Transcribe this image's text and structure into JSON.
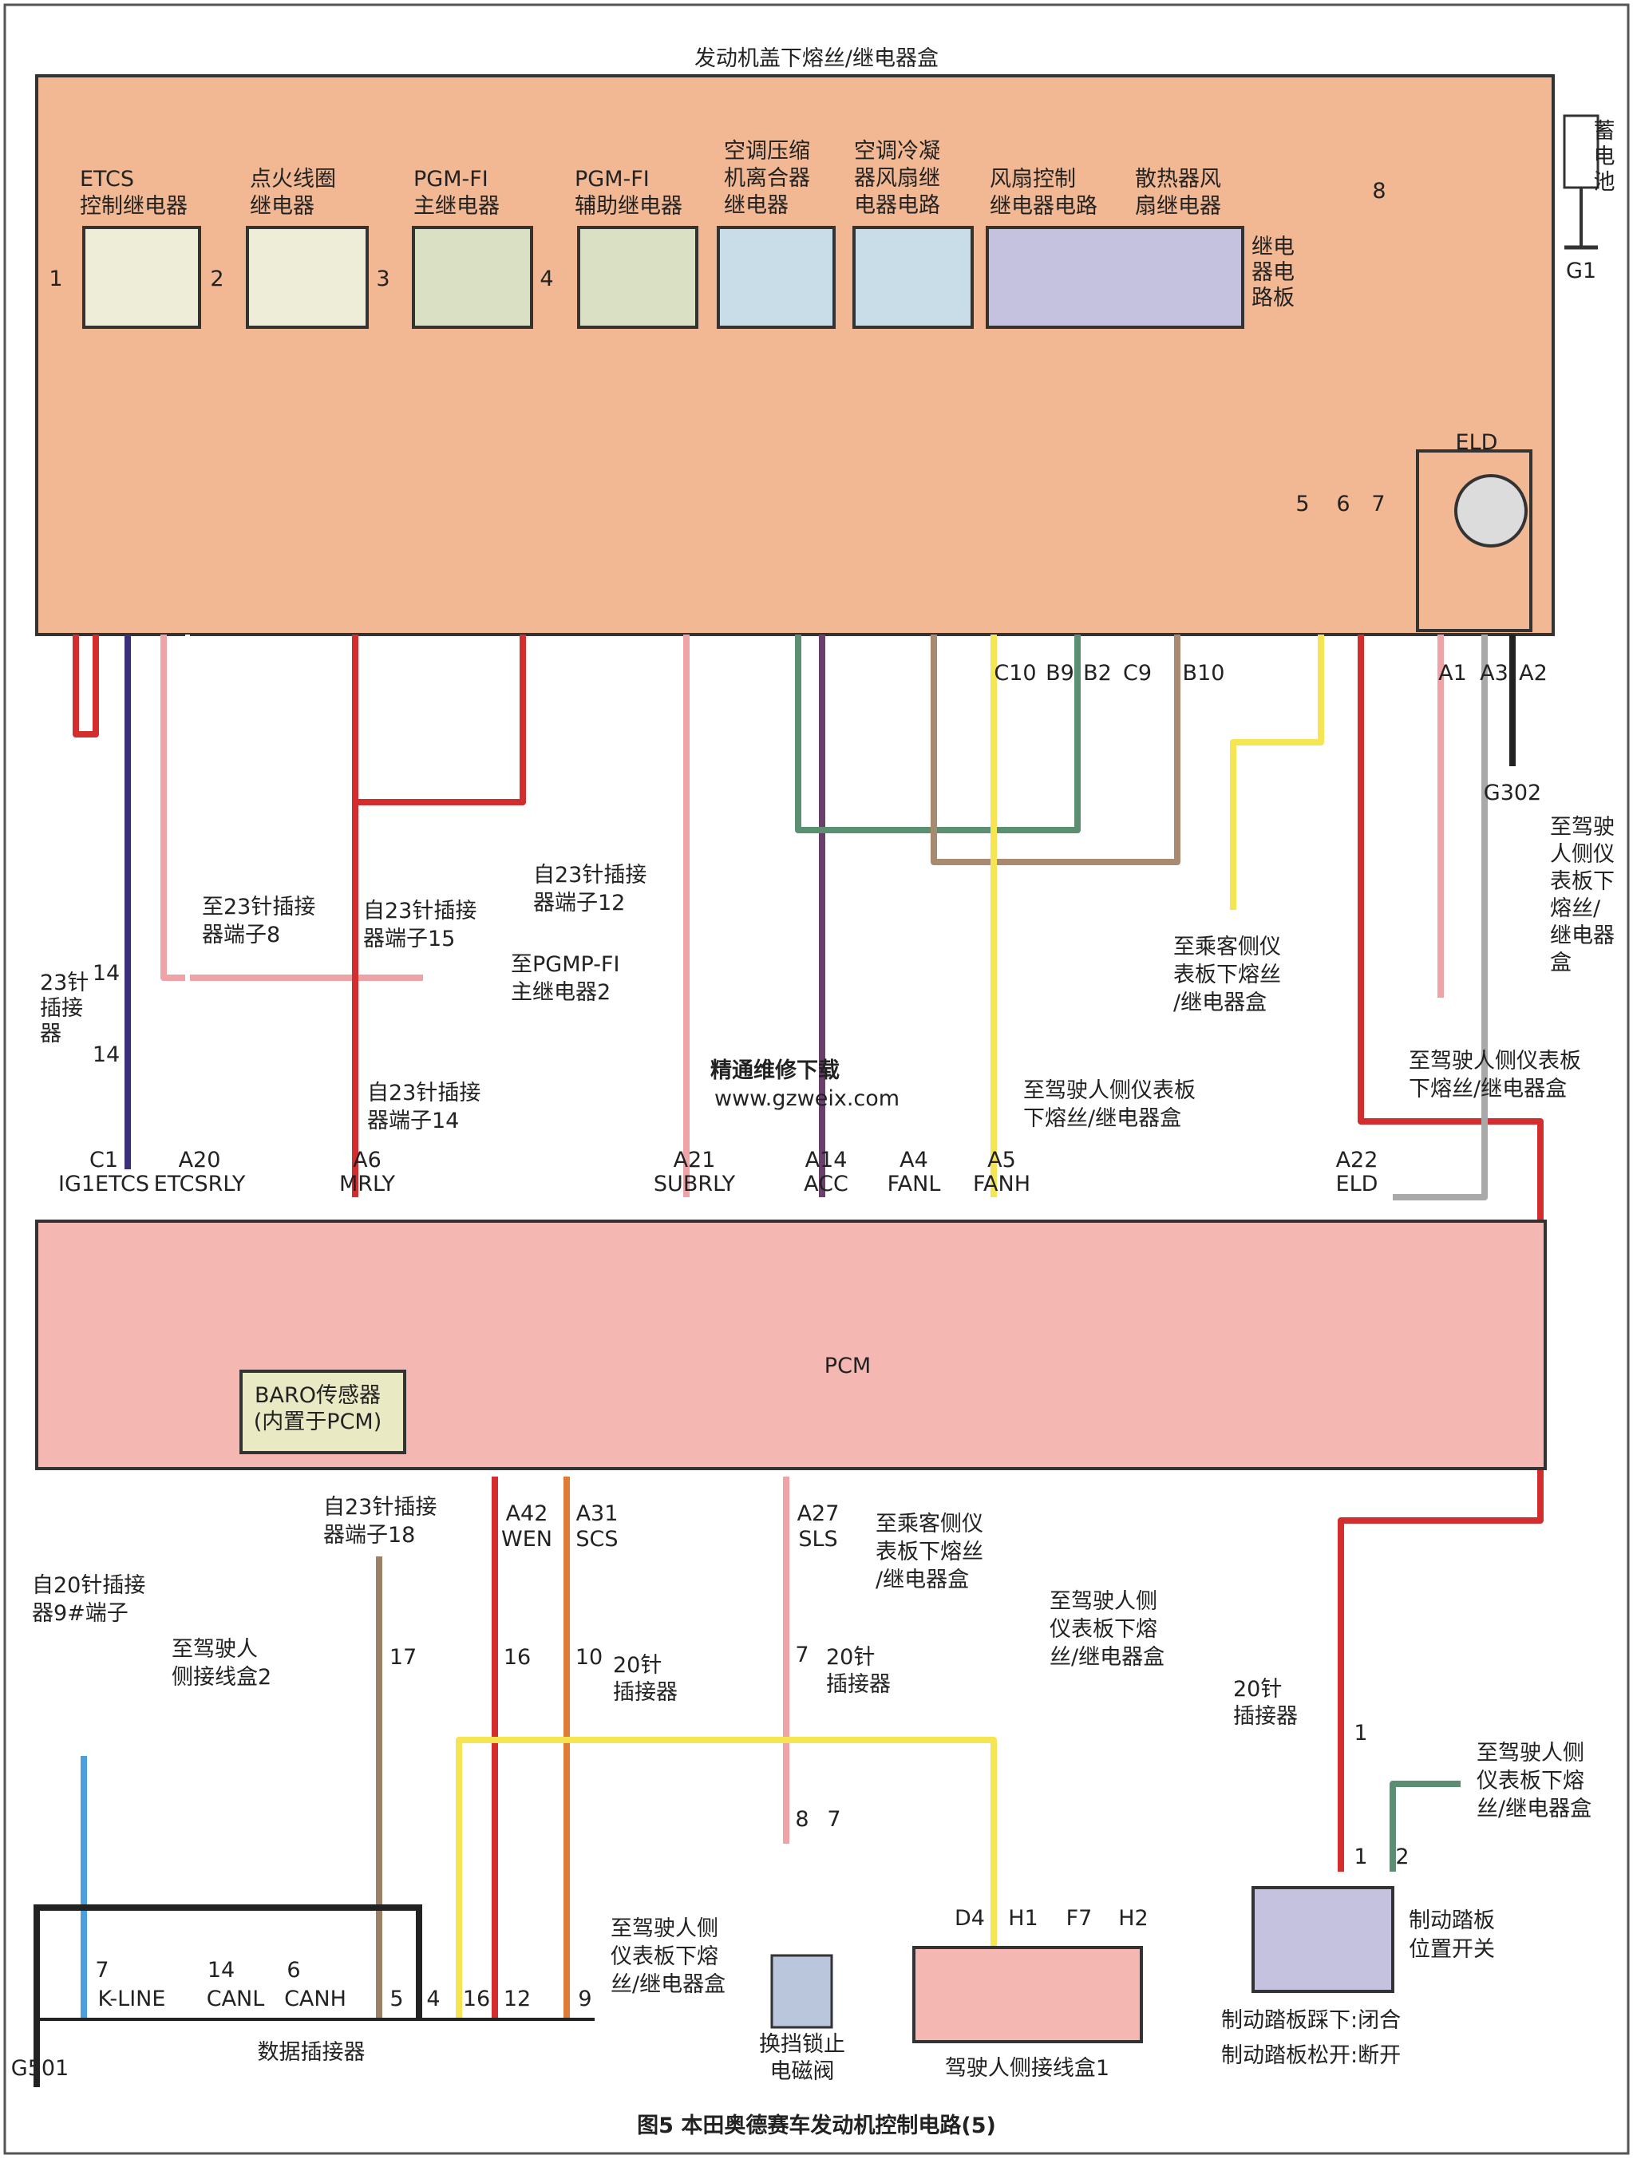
{
  "box_title": "发动机盖下熔丝/继电器盒",
  "battery": "蓄电池",
  "ground_g1": "G1",
  "ground_g302": "G302",
  "ground_g501": "G501",
  "relays": {
    "etcs": [
      "ETCS",
      "控制继电器"
    ],
    "ig_coil": [
      "点火线圈",
      "继电器"
    ],
    "pgmfi_main": [
      "PGM-FI",
      "主继电器"
    ],
    "pgmfi_aux": [
      "PGM-FI",
      "辅助继电器"
    ],
    "ac_clutch": [
      "空调压缩",
      "机离合器",
      "继电器"
    ],
    "cond_fan": [
      "空调冷凝",
      "器风扇继",
      "电器电路"
    ],
    "fan_ctrl": [
      "风扇控制",
      "继电器电路"
    ],
    "rad_fan": [
      "散热器风",
      "扇继电器"
    ],
    "board": [
      "继电",
      "器电",
      "路板"
    ]
  },
  "fuse_numbers": [
    "1",
    "2",
    "3",
    "4",
    "5",
    "6",
    "7",
    "8"
  ],
  "eld": "ELD",
  "box_pins": [
    "C10",
    "B9",
    "B2",
    "C9",
    "B10",
    "A1",
    "A3",
    "A2"
  ],
  "notes": {
    "to23_8": [
      "至23针插接",
      "器端子8"
    ],
    "from23_15": [
      "自23针插接",
      "器端子15"
    ],
    "from23_12": [
      "自23针插接",
      "器端子12"
    ],
    "to_pgmfi2": [
      "至PGMP-FI",
      "主继电器2"
    ],
    "from23_14": [
      "自23针插接",
      "器端子14"
    ],
    "to_pass_box": [
      "至乘客侧仪",
      "表板下熔丝",
      "/继电器盒"
    ],
    "to_drv_box": [
      "至驾驶人侧仪表板",
      "下熔丝/继电器盒"
    ],
    "to_drv_box_r": [
      "至驾驶人侧仪表板",
      "下熔丝/继电器盒"
    ],
    "to_drv_box_top": [
      "至驾驶",
      "人侧仪",
      "表板下",
      "熔丝/",
      "继电器",
      "盒"
    ],
    "from23_18": [
      "自23针插接",
      "器端子18"
    ],
    "from20_9": [
      "自20针插接",
      "器9#端子"
    ],
    "to_drv_side2": [
      "至驾驶人",
      "侧接线盒2"
    ],
    "to_pass_box2": [
      "至乘客侧仪",
      "表板下熔丝",
      "/继电器盒"
    ],
    "to_drv_box3": [
      "至驾驶人侧",
      "仪表板下熔",
      "丝/继电器盒"
    ],
    "to_drv_box4": [
      "至驾驶人侧",
      "仪表板下熔",
      "丝/继电器盒"
    ],
    "to_drv_box5": [
      "至驾驶人侧",
      "仪表板下熔",
      "丝/继电器盒"
    ]
  },
  "c23": [
    "23针",
    "插接",
    "器"
  ],
  "c23_pins": [
    "14",
    "14"
  ],
  "pcm_pins_top": [
    {
      "code": "C1",
      "name": "IG1ETCS"
    },
    {
      "code": "A20",
      "name": "ETCSRLY"
    },
    {
      "code": "A6",
      "name": "MRLY"
    },
    {
      "code": "A21",
      "name": "SUBRLY"
    },
    {
      "code": "A14",
      "name": "ACC"
    },
    {
      "code": "A4",
      "name": "FANL"
    },
    {
      "code": "A5",
      "name": "FANH"
    },
    {
      "code": "A22",
      "name": "ELD"
    }
  ],
  "pcm_label": "PCM",
  "baro": [
    "BARO传感器",
    "(内置于PCM)"
  ],
  "pcm_pins_bottom": [
    {
      "code": "A42",
      "name": "WEN"
    },
    {
      "code": "A31",
      "name": "SCS"
    },
    {
      "code": "A27",
      "name": "SLS"
    }
  ],
  "c20": [
    "20针",
    "插接器"
  ],
  "c20_pins_a": [
    "17",
    "16",
    "10"
  ],
  "c20_pin_b": "7",
  "c20_pin_c": "1",
  "dlc_pins": [
    "7",
    "14",
    "6",
    "5",
    "4",
    "16",
    "12",
    "9"
  ],
  "dlc_names": [
    "K-LINE",
    "CANL",
    "CANH"
  ],
  "dlc_label": "数据插接器",
  "solenoid_pins": [
    "8",
    "7"
  ],
  "solenoid_label": [
    "换挡锁止",
    "电磁阀"
  ],
  "jbox_pins": [
    "D4",
    "H1",
    "F7",
    "H2"
  ],
  "jbox_label": "驾驶人侧接线盒1",
  "brake_pins": [
    "1",
    "2"
  ],
  "brake_label": [
    "制动踏板",
    "位置开关"
  ],
  "brake_notes": [
    "制动踏板踩下:闭合",
    "制动踏板松开:断开"
  ],
  "watermark": [
    "精通维修下载",
    "www.gzweix.com"
  ],
  "caption": "图5 本田奥德赛车发动机控制电路(5)",
  "colors": {
    "box": "#f2b893",
    "pcm": "#f5b7b1",
    "red": "#d42d2d",
    "yellow": "#f6e553",
    "green": "#5c8e72",
    "pink": "#f0a3a6"
  }
}
